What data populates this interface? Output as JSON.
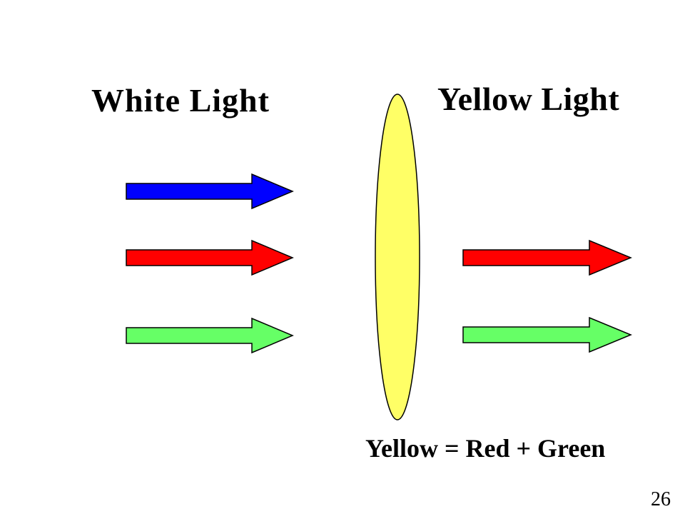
{
  "slide": {
    "left_label": "White Light",
    "right_label": "Yellow Light",
    "equation": "Yellow = Red + Green",
    "slide_number": "26"
  },
  "colors": {
    "blue": "#0000ff",
    "red": "#ff0000",
    "green": "#66ff66",
    "filter": "#ffff66",
    "outline": "#000000"
  },
  "incoming_arrows": [
    "blue",
    "red",
    "green"
  ],
  "outgoing_arrows": [
    "red",
    "green"
  ],
  "filter": {
    "shape": "ellipse",
    "fill": "yellow"
  }
}
